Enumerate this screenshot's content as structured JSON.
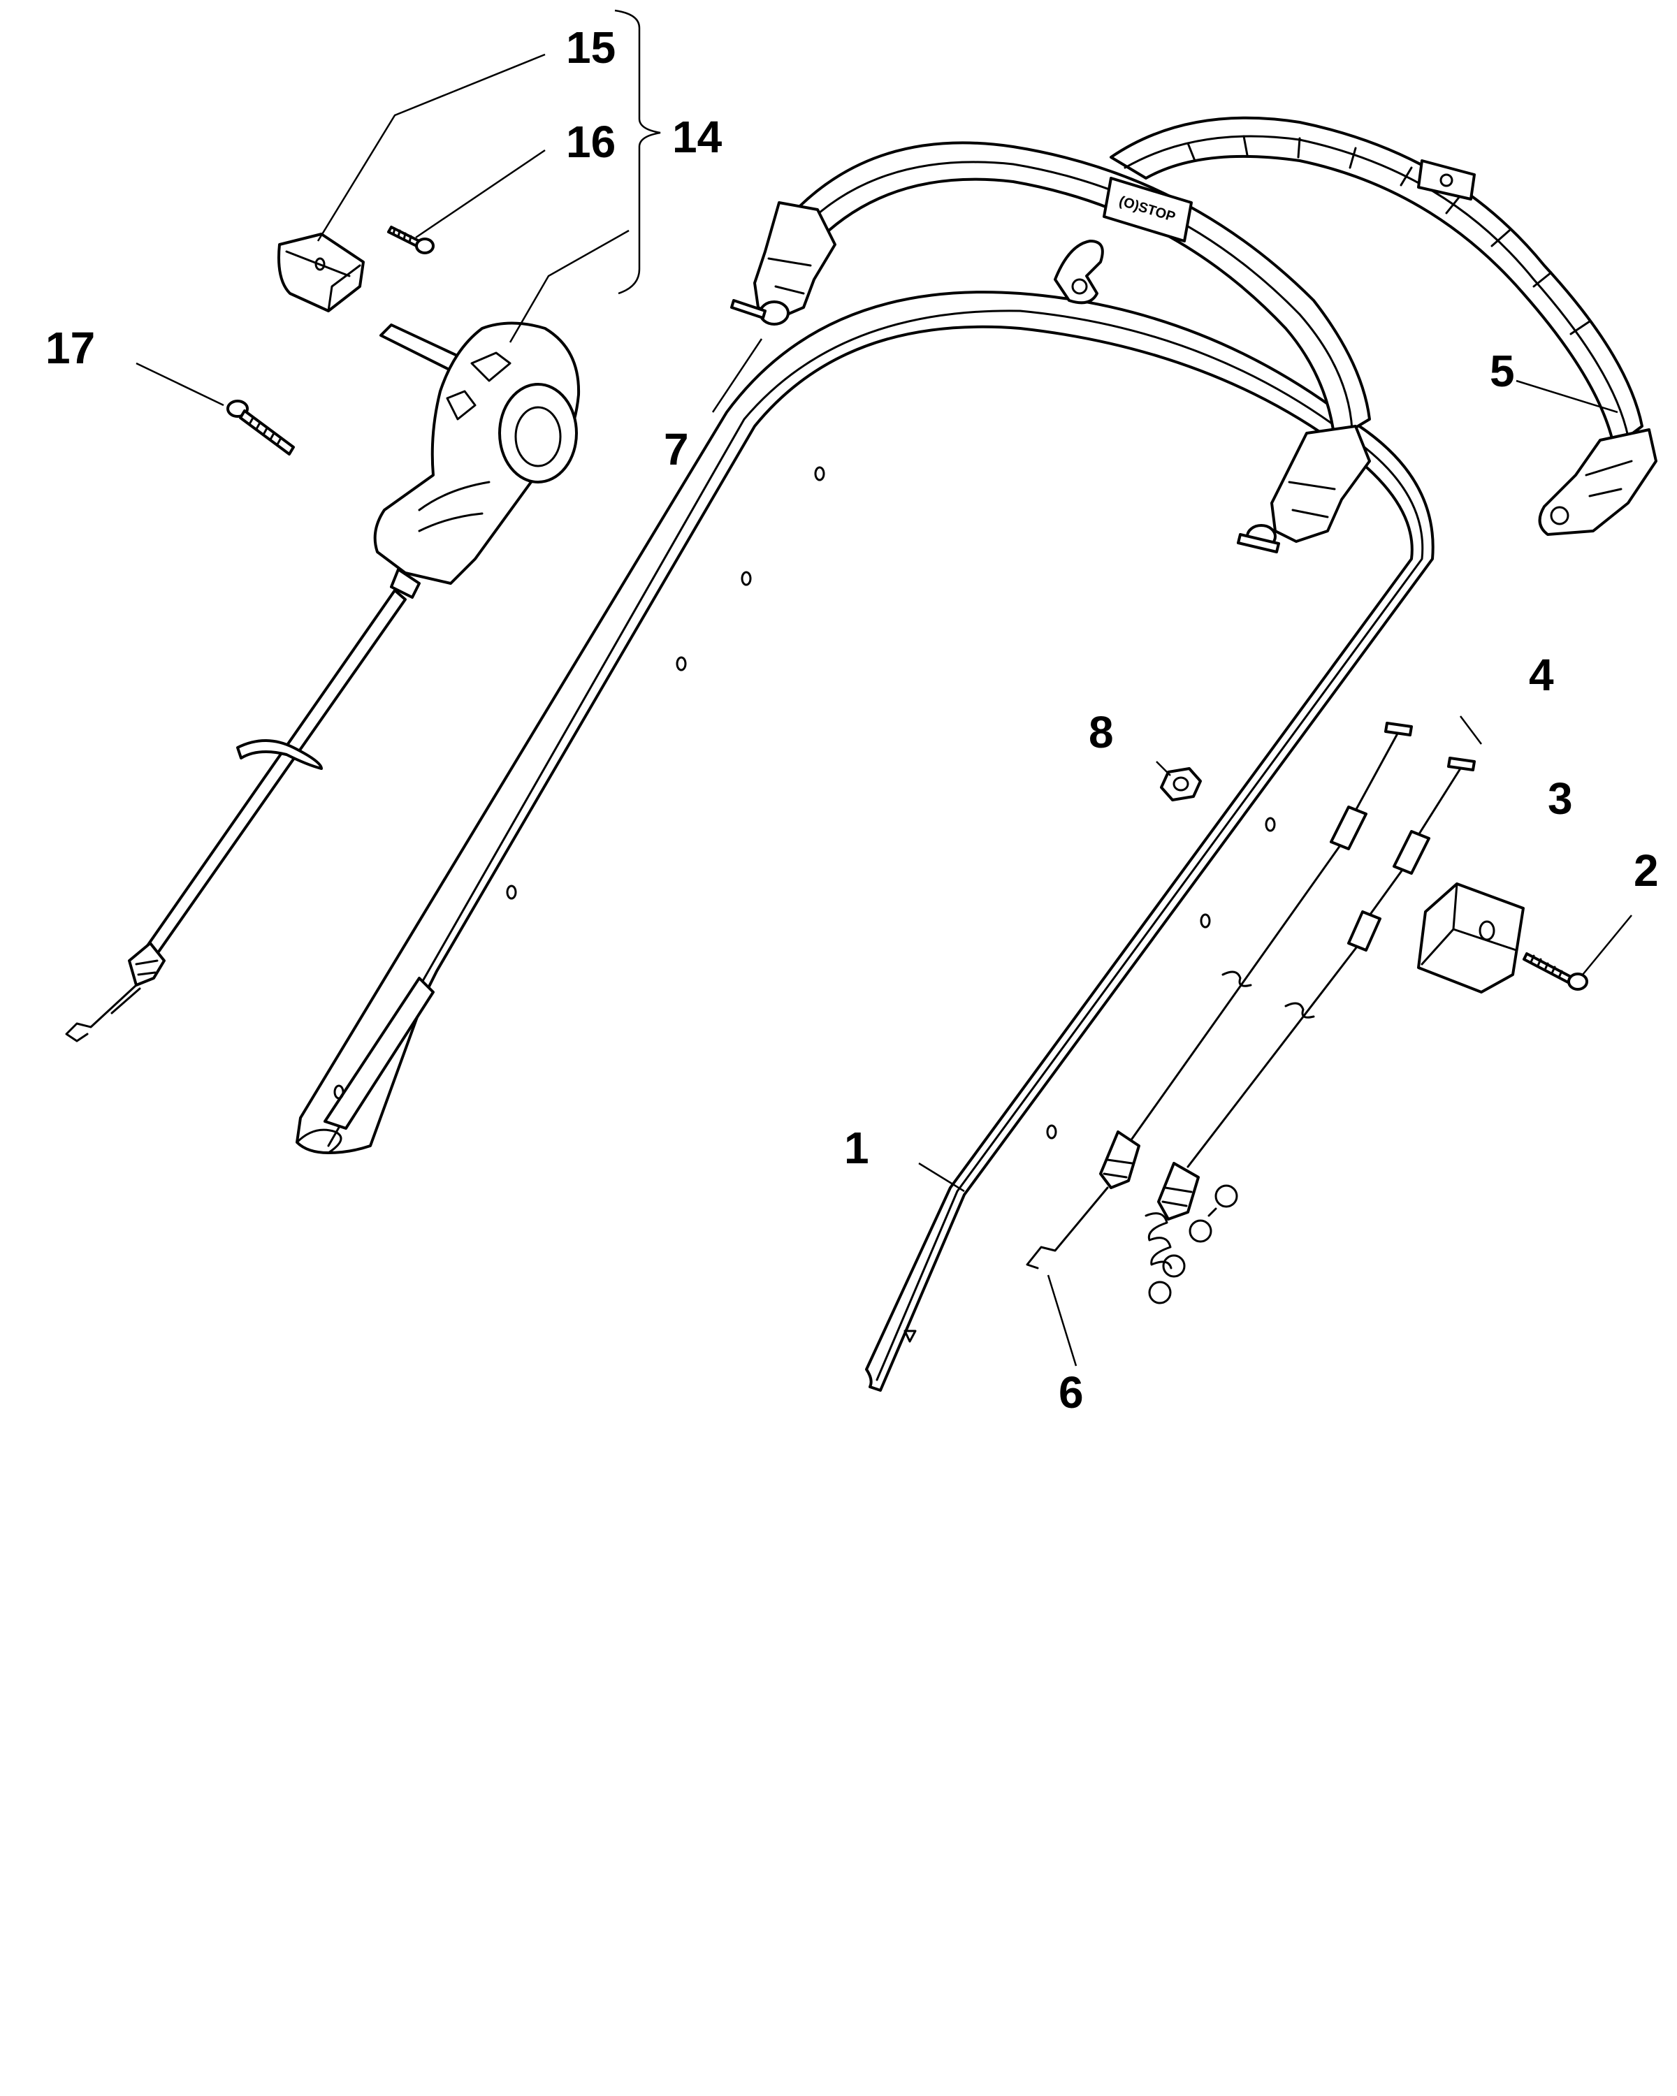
{
  "callouts": [
    {
      "id": "1",
      "label": "1"
    },
    {
      "id": "2",
      "label": "2"
    },
    {
      "id": "3",
      "label": "3"
    },
    {
      "id": "4",
      "label": "4"
    },
    {
      "id": "5",
      "label": "5"
    },
    {
      "id": "6",
      "label": "6"
    },
    {
      "id": "7",
      "label": "7"
    },
    {
      "id": "8",
      "label": "8"
    },
    {
      "id": "14",
      "label": "14"
    },
    {
      "id": "15",
      "label": "15"
    },
    {
      "id": "16",
      "label": "16"
    },
    {
      "id": "17",
      "label": "17"
    }
  ],
  "stop_marking": "(O)STOP",
  "colors": {
    "line": "#000000",
    "background": "#ffffff"
  }
}
